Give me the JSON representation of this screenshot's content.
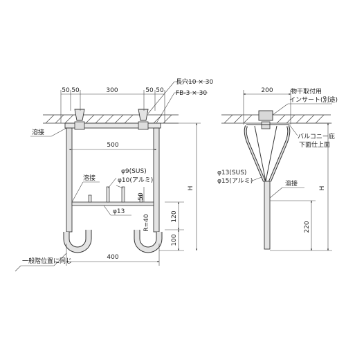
{
  "labels": {
    "slot": "長穴10 × 30",
    "flatbar": "FB-3 × 30",
    "weld_left": "溶接",
    "weld_mid": "溶接",
    "weld_right": "溶接",
    "sus_left": "φ9(SUS)",
    "al_left": "φ10(アルミ)",
    "phi13": "φ13",
    "radius": "R=40",
    "insert_1": "物干取付用",
    "insert_2": "インサート(別途)",
    "balcony_1": "バルコニー庇",
    "balcony_2": "下面仕上面",
    "sus_right": "φ13(SUS)",
    "al_right": "φ15(アルミ)",
    "note": "一般階位置に同じ"
  },
  "dims": {
    "top_50a": "50",
    "top_50b": "50",
    "top_300": "300",
    "top_50c": "50",
    "top_50d": "50",
    "w500": "500",
    "w400": "400",
    "v50": "50",
    "v120": "120",
    "v100": "100",
    "h_left": "H",
    "w200": "200",
    "h_right": "H",
    "v220": "220"
  }
}
